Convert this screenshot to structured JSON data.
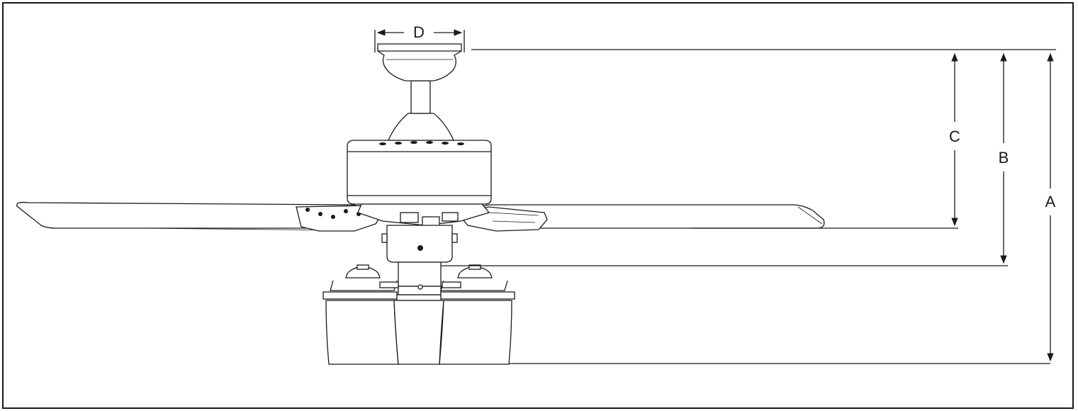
{
  "figure": {
    "labels": {
      "a": "A",
      "b": "B",
      "c": "C",
      "d": "D"
    },
    "colors": {
      "line": "#1a1a1a",
      "background": "#ffffff"
    }
  }
}
